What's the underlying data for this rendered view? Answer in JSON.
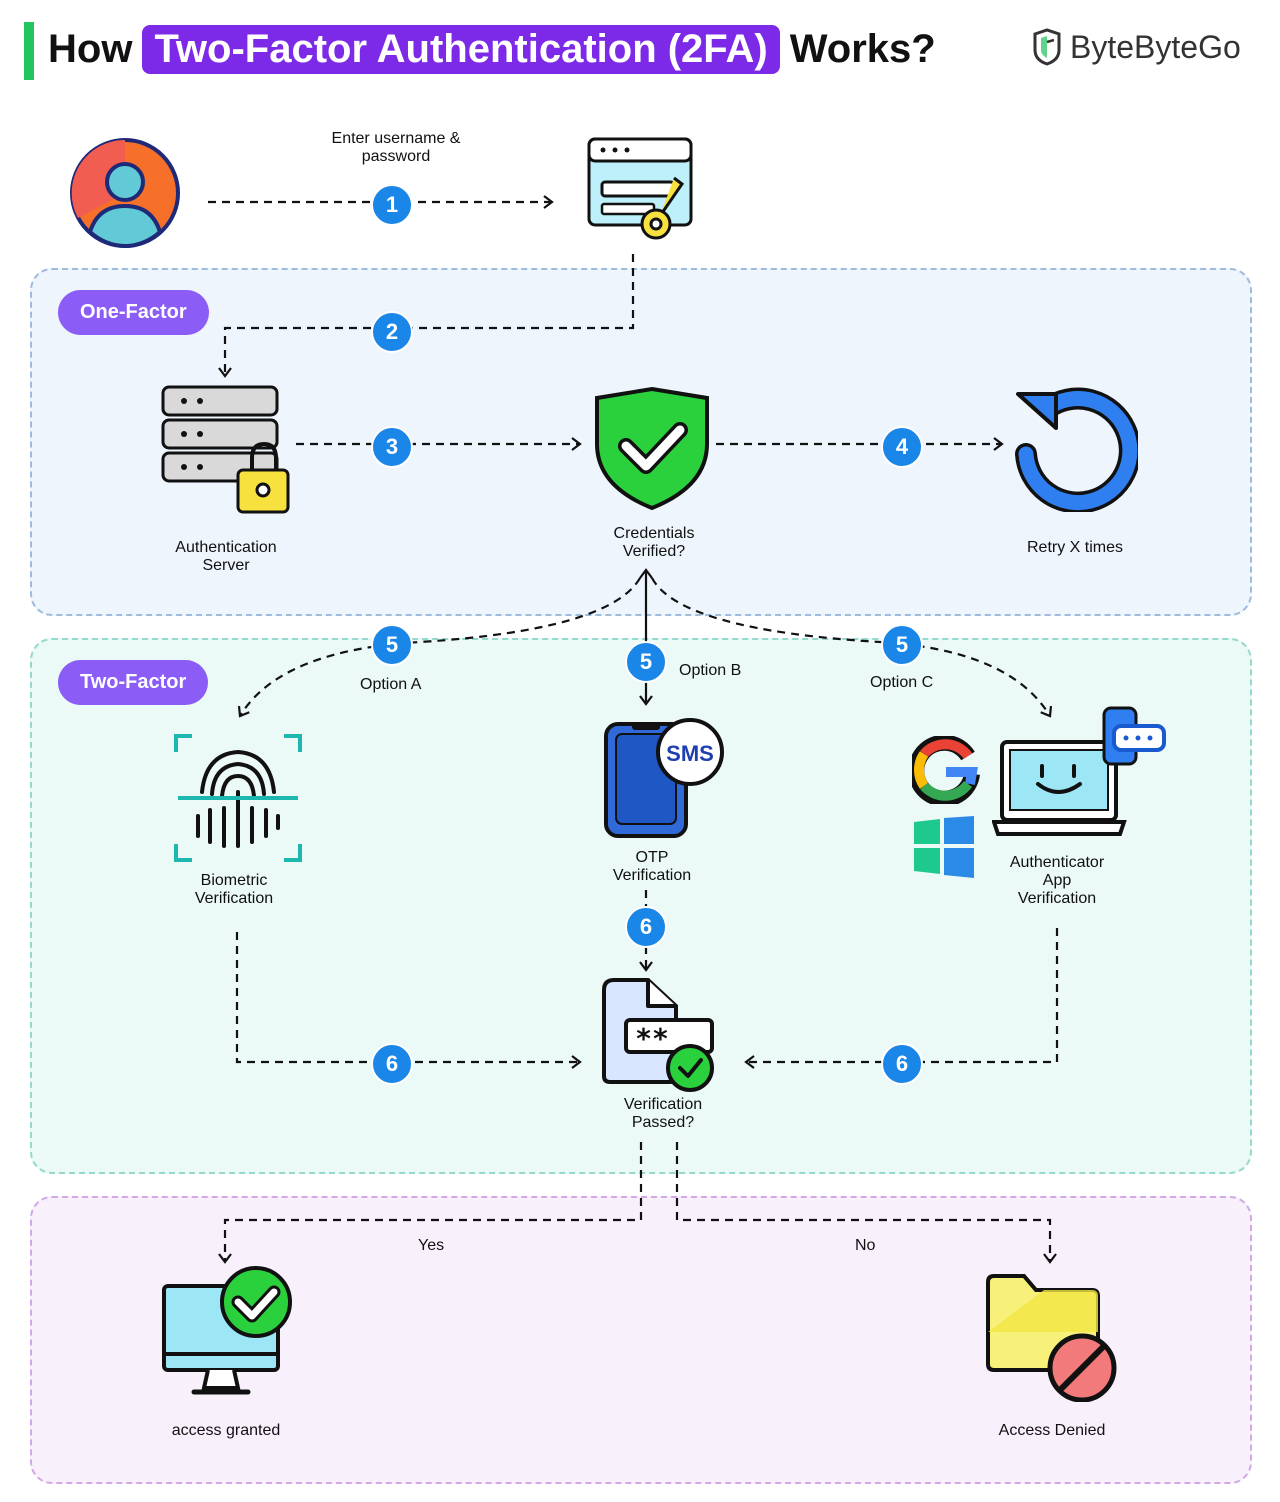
{
  "header": {
    "prefix": "How",
    "highlight": "Two-Factor Authentication (2FA)",
    "suffix": "Works?",
    "brand": "ByteByteGo",
    "accent_color": "#7c2ae8",
    "bar_color": "#22c55e"
  },
  "sections": {
    "one_factor": "One-Factor",
    "two_factor": "Two-Factor"
  },
  "steps": {
    "s1": "1",
    "s2": "2",
    "s3": "3",
    "s4": "4",
    "s5a": "5",
    "s5b": "5",
    "s5c": "5",
    "s6b": "6",
    "s6a": "6",
    "s6c": "6"
  },
  "labels": {
    "enter_credentials": "Enter username &\npassword",
    "auth_server": "Authentication\nServer",
    "credentials_verified": "Credentials\nVerified?",
    "retry": "Retry X times",
    "option_a": "Option A",
    "option_b": "Option B",
    "option_c": "Option C",
    "biometric": "Biometric\nVerification",
    "otp": "OTP\nVerification",
    "sms": "SMS",
    "authenticator": "Authenticator\nApp\nVerification",
    "verification_passed": "Verification\nPassed?",
    "yes": "Yes",
    "no": "No",
    "access_granted": "access granted",
    "access_denied": "Access Denied",
    "password_mask": "**"
  },
  "icons": {
    "user": "user-icon",
    "login_window": "login-window-icon",
    "server": "server-lock-icon",
    "shield": "shield-check-icon",
    "retry": "retry-icon",
    "fingerprint": "fingerprint-icon",
    "phone": "phone-sms-icon",
    "google": "google-icon",
    "windows": "windows-icon",
    "laptop": "laptop-icon",
    "document": "password-document-icon",
    "monitor": "monitor-check-icon",
    "folder": "folder-blocked-icon"
  },
  "colors": {
    "badge": "#1a86e8",
    "one_factor_bg": "#eef5fd",
    "two_factor_bg": "#ebf9f7",
    "result_bg": "#f8f1fc",
    "pill": "#8b5cf6"
  }
}
